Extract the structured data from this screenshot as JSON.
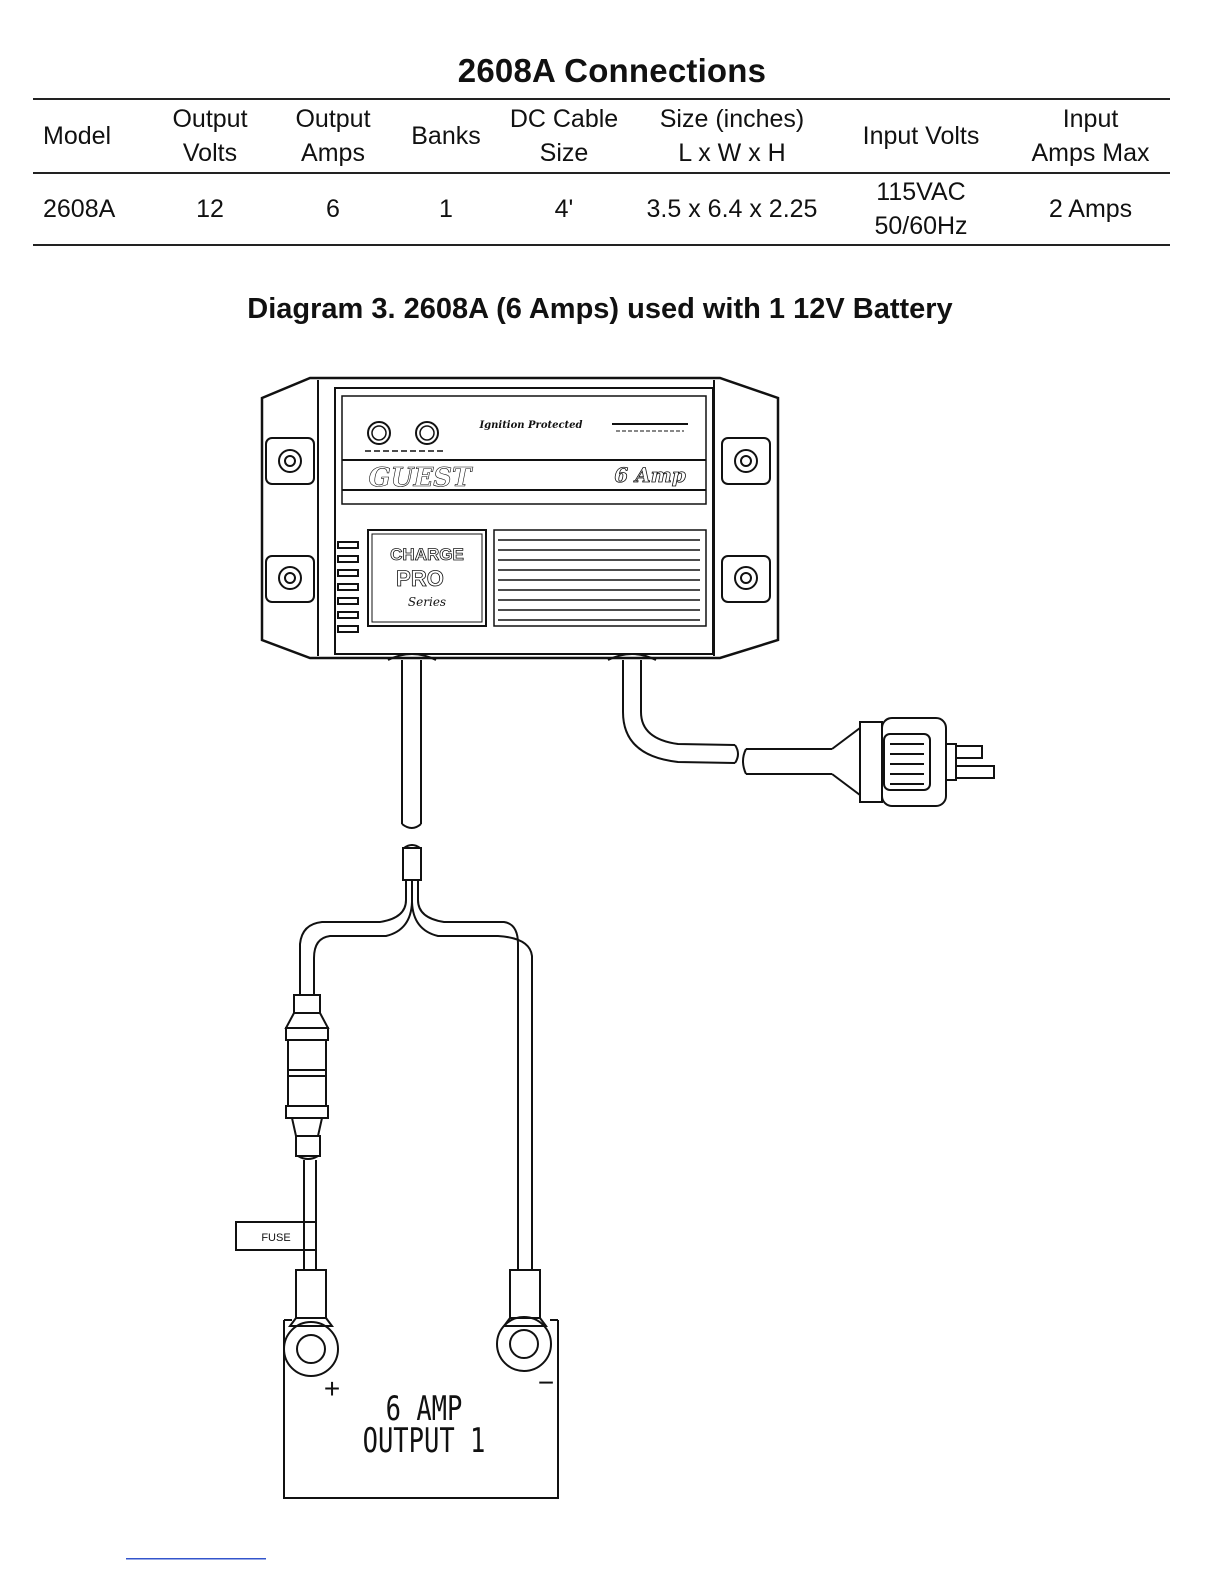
{
  "title": "2608A Connections",
  "table": {
    "headers": [
      [
        "Model"
      ],
      [
        "Output",
        "Volts"
      ],
      [
        "Output",
        "Amps"
      ],
      [
        "Banks"
      ],
      [
        "DC Cable",
        "Size"
      ],
      [
        "Size (inches)",
        "L x W x H"
      ],
      [
        "Input Volts"
      ],
      [
        "Input",
        "Amps Max"
      ]
    ],
    "row": {
      "model": "2608A",
      "output_volts": "12",
      "output_amps": "6",
      "banks": "1",
      "dc_cable": "4'",
      "size": "3.5 x 6.4 x 2.25",
      "input_volts": [
        "115VAC",
        "50/60Hz"
      ],
      "input_amps": "2 Amps"
    }
  },
  "caption": "Diagram 3. 2608A (6 Amps) used with 1 12V Battery",
  "charger": {
    "brand": "GUEST",
    "rating": "6 Amp",
    "badge": [
      "CHARGE",
      "PRO"
    ],
    "tagline": "Series",
    "note": "Ignition Protected"
  },
  "fuse_label": "FUSE",
  "battery": {
    "plus": "+",
    "minus": "−",
    "line1": "6 AMP",
    "line2": "OUTPUT 1"
  }
}
